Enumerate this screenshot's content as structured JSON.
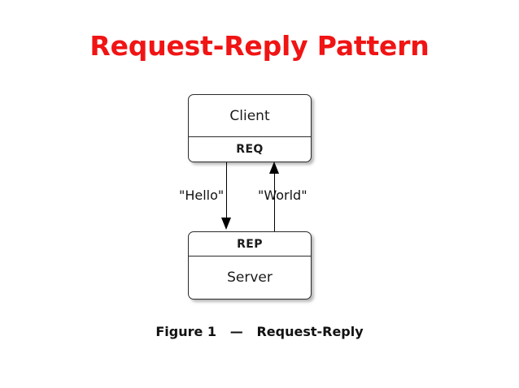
{
  "slide": {
    "title": "Request-Reply Pattern",
    "title_color": "#f01414",
    "background_color": "#ffffff"
  },
  "diagram": {
    "nodes": [
      {
        "id": "client",
        "name": "Client",
        "socket": "REQ",
        "socket_position": "bottom"
      },
      {
        "id": "server",
        "name": "Server",
        "socket": "REP",
        "socket_position": "top"
      }
    ],
    "arrows": [
      {
        "id": "request",
        "label": "\"Hello\"",
        "direction": "down",
        "from": "REQ",
        "to": "REP"
      },
      {
        "id": "reply",
        "label": "\"World\"",
        "direction": "up",
        "from": "REP",
        "to": "REQ"
      }
    ],
    "line_color": "#000000",
    "box_border_color": "#2b2b2b"
  },
  "caption": {
    "text": "Figure 1   —   Request-Reply"
  }
}
